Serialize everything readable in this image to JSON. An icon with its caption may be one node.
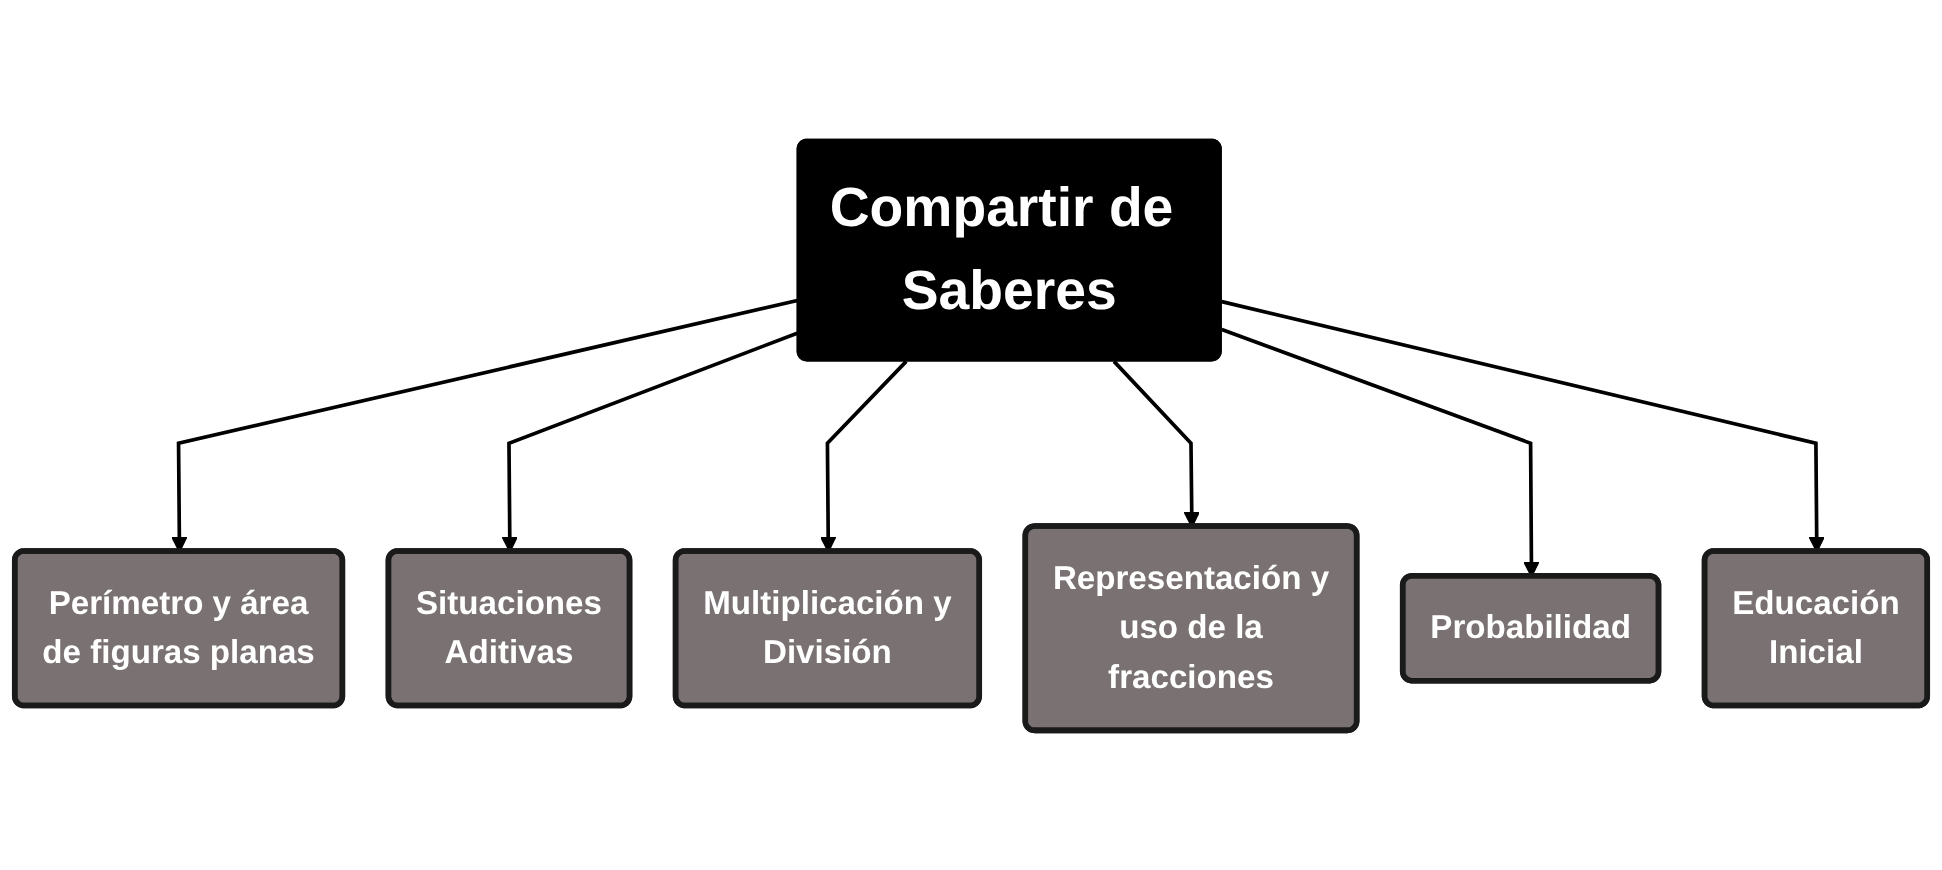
{
  "diagram": {
    "nodes": [
      {
        "text": [
          "Compartir de Saberes"
        ]
      },
      {
        "text": [
          "Perímetro y área de figuras planas"
        ]
      },
      {
        "text": [
          "Situaciones Aditivas"
        ]
      },
      {
        "text": [
          "Multiplicación y División"
        ]
      },
      {
        "text": [
          "Representación y uso de la fracciones"
        ]
      },
      {
        "text": [
          "Probabilidad"
        ]
      },
      {
        "text": [
          "Educación Inicial"
        ]
      }
    ],
    "edges": [
      {
        "from": 0,
        "to": 1,
        "arrow": "to"
      },
      {
        "from": 0,
        "to": 2,
        "arrow": "to"
      },
      {
        "from": 0,
        "to": 3,
        "arrow": "to"
      },
      {
        "from": 0,
        "to": 4,
        "arrow": "to"
      },
      {
        "from": 0,
        "to": 5,
        "arrow": "to"
      },
      {
        "from": 0,
        "to": 6,
        "arrow": "to"
      }
    ]
  }
}
